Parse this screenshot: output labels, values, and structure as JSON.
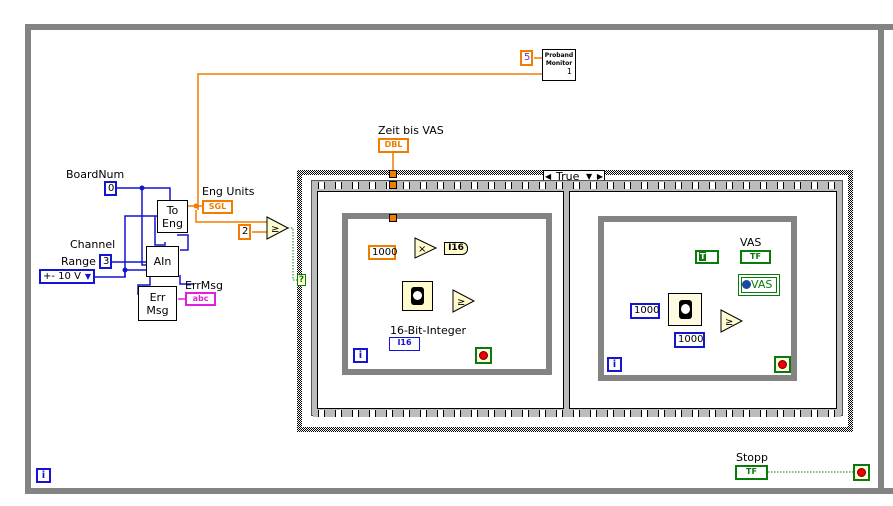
{
  "controls": {
    "board_num": {
      "label": "BoardNum",
      "value": "0"
    },
    "channel": {
      "label": "Channel",
      "value": "3"
    },
    "range": {
      "label": "Range",
      "value": "+- 10 V"
    },
    "eng_units": {
      "label": "Eng Units",
      "type": "SGL"
    },
    "err_msg": {
      "label": "ErrMsg",
      "type": "abc"
    },
    "zeit_bis_vas": {
      "label": "Zeit bis VAS",
      "type": "DBL"
    },
    "integer16": {
      "label": "16-Bit-Integer",
      "type": "I16"
    },
    "vas_indicator": {
      "label": "VAS",
      "type": "TF"
    },
    "vas_property": {
      "label": "VAS"
    },
    "stopp": {
      "label": "Stopp",
      "type": "TF"
    }
  },
  "subvis": {
    "to_eng": {
      "line1": "To",
      "line2": "Eng"
    },
    "ain": {
      "label": "AIn"
    },
    "err_msg": {
      "line1": "Err",
      "line2": "Msg"
    },
    "proband_monitor": {
      "line1": "Proband",
      "line2": "Monitor",
      "line3": "1"
    }
  },
  "constants": {
    "monitor_input": "5",
    "compare_value": "2",
    "multiplier": "1000",
    "wait_ms": "1000",
    "compare_ms": "1000",
    "bool_true": "T"
  },
  "nodes": {
    "convert_i16": "I16",
    "multiply_symbol": "×",
    "case_selector_terminal": "?",
    "iteration_symbol": "i"
  },
  "case_structure": {
    "selected_case": "True"
  }
}
